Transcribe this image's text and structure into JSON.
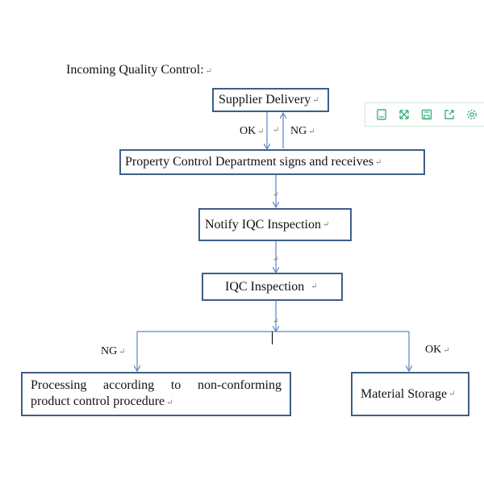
{
  "diagram": {
    "title": "Incoming Quality Control:",
    "paragraph_mark": "↵",
    "nodes": {
      "supplier": "Supplier Delivery",
      "property": "Property Control Department signs and receives",
      "notify": "Notify IQC Inspection",
      "iqc": "IQC Inspection",
      "processing_line1": "Processing according to non-conforming",
      "processing_line2": "product control procedure",
      "storage": "Material Storage"
    },
    "edge_labels": {
      "ok_down": "OK",
      "ng_up": "NG",
      "ng_left": "NG",
      "ok_right": "OK"
    }
  },
  "toolbar": {
    "icons": [
      "document-icon",
      "fullscreen-icon",
      "save-icon",
      "share-icon",
      "settings-icon"
    ]
  },
  "colors": {
    "line": "#5b86c5",
    "box_border": "#3e5f86",
    "toolbar_icon": "#3fb27f"
  }
}
